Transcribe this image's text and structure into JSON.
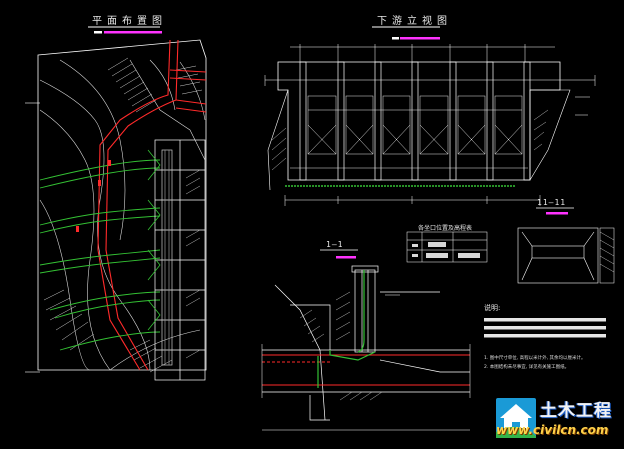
{
  "drawing": {
    "plan_view_title": "平面布置图",
    "downstream_elevation_title": "下游立视图",
    "section_1_label": "1—1",
    "section_2_label": "11—11",
    "table_title": "各坐口位置及高程表",
    "notes_title": "说明:",
    "notes": [
      "1. 图中尺寸单位, 高程以米计外, 其余均以厘米计。",
      "2. 本图结构未尽事宜, 详见有关施工图纸。"
    ]
  },
  "watermark": {
    "text_cn": "土木工程",
    "url": "www.civilcn.com",
    "icon": "house-logo-icon"
  },
  "colors": {
    "background": "#000000",
    "line_white": "#ffffff",
    "line_red": "#ff2a2a",
    "line_green": "#34c234",
    "magenta": "#ff33ff",
    "text": "#e8e8e8"
  }
}
